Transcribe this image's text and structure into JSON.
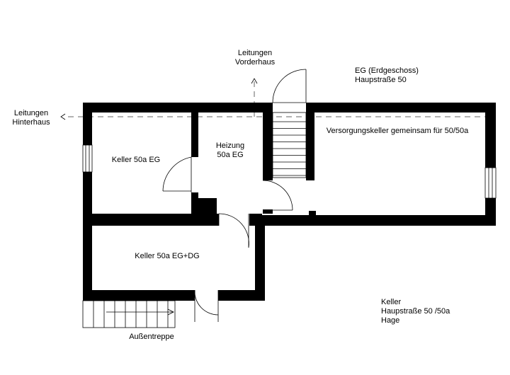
{
  "labels": {
    "leitungen_vorderhaus_1": "Leitungen",
    "leitungen_vorderhaus_2": "Vorderhaus",
    "leitungen_hinterhaus_1": "Leitungen",
    "leitungen_hinterhaus_2": "Hinterhaus",
    "floor_1": "EG (Erdgeschoss)",
    "floor_2": "Haupstraße 50",
    "keller_50a_eg": "Keller 50a EG",
    "heizung_1": "Heizung",
    "heizung_2": "50a EG",
    "versorgungskeller": "Versorgungskeller gemeinsam für 50/50a",
    "keller_50a_egdg": "Keller 50a EG+DG",
    "aussentreppe": "Außentreppe",
    "legend_1": "Keller",
    "legend_2": "Haupstraße 50 /50a",
    "legend_3": "Hage"
  }
}
